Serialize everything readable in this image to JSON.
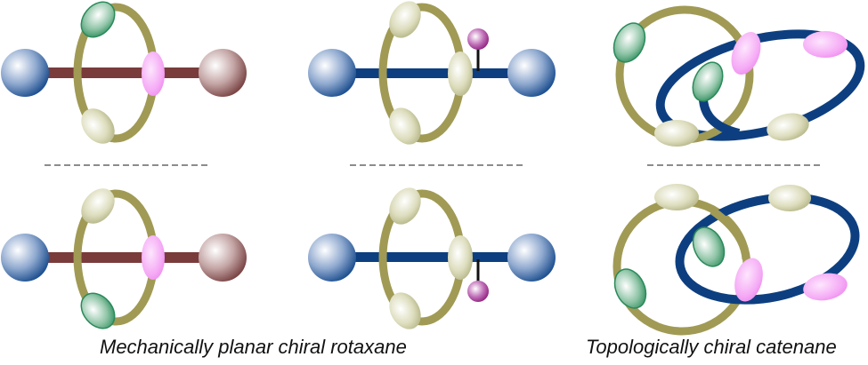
{
  "diagram": {
    "captions": {
      "rotaxane": "Mechanically planar chiral rotaxane",
      "catenane": "Topologically chiral catenane"
    },
    "colors": {
      "ring_olive": "#a09a55",
      "axle_brown": "#7a3b3b",
      "axle_navy": "#0d3f80",
      "stopper_blue": "#1d4f8f",
      "stopper_brown": "#7a4444",
      "unit_green": "#2a8a5a",
      "unit_pink": "#ee88ee",
      "unit_beige": "#b8b888",
      "substituent_purple": "#8a1a7a",
      "dashed_divider": "#666666"
    },
    "panels": [
      {
        "name": "rotaxane-a-top",
        "description": "rotaxane with brown axle, blue and brown stoppers, ring with green top, pink middle, beige bottom units"
      },
      {
        "name": "rotaxane-a-bottom",
        "description": "mirror image: ring with beige top, pink middle, green bottom units"
      },
      {
        "name": "rotaxane-b-top",
        "description": "rotaxane with blue axle, two blue stoppers, purple substituent pointing up"
      },
      {
        "name": "rotaxane-b-bottom",
        "description": "mirror image: purple substituent pointing down"
      },
      {
        "name": "catenane-top",
        "description": "interlocked olive and navy rings with green, pink, beige units"
      },
      {
        "name": "catenane-bottom",
        "description": "mirror image catenane"
      }
    ]
  }
}
